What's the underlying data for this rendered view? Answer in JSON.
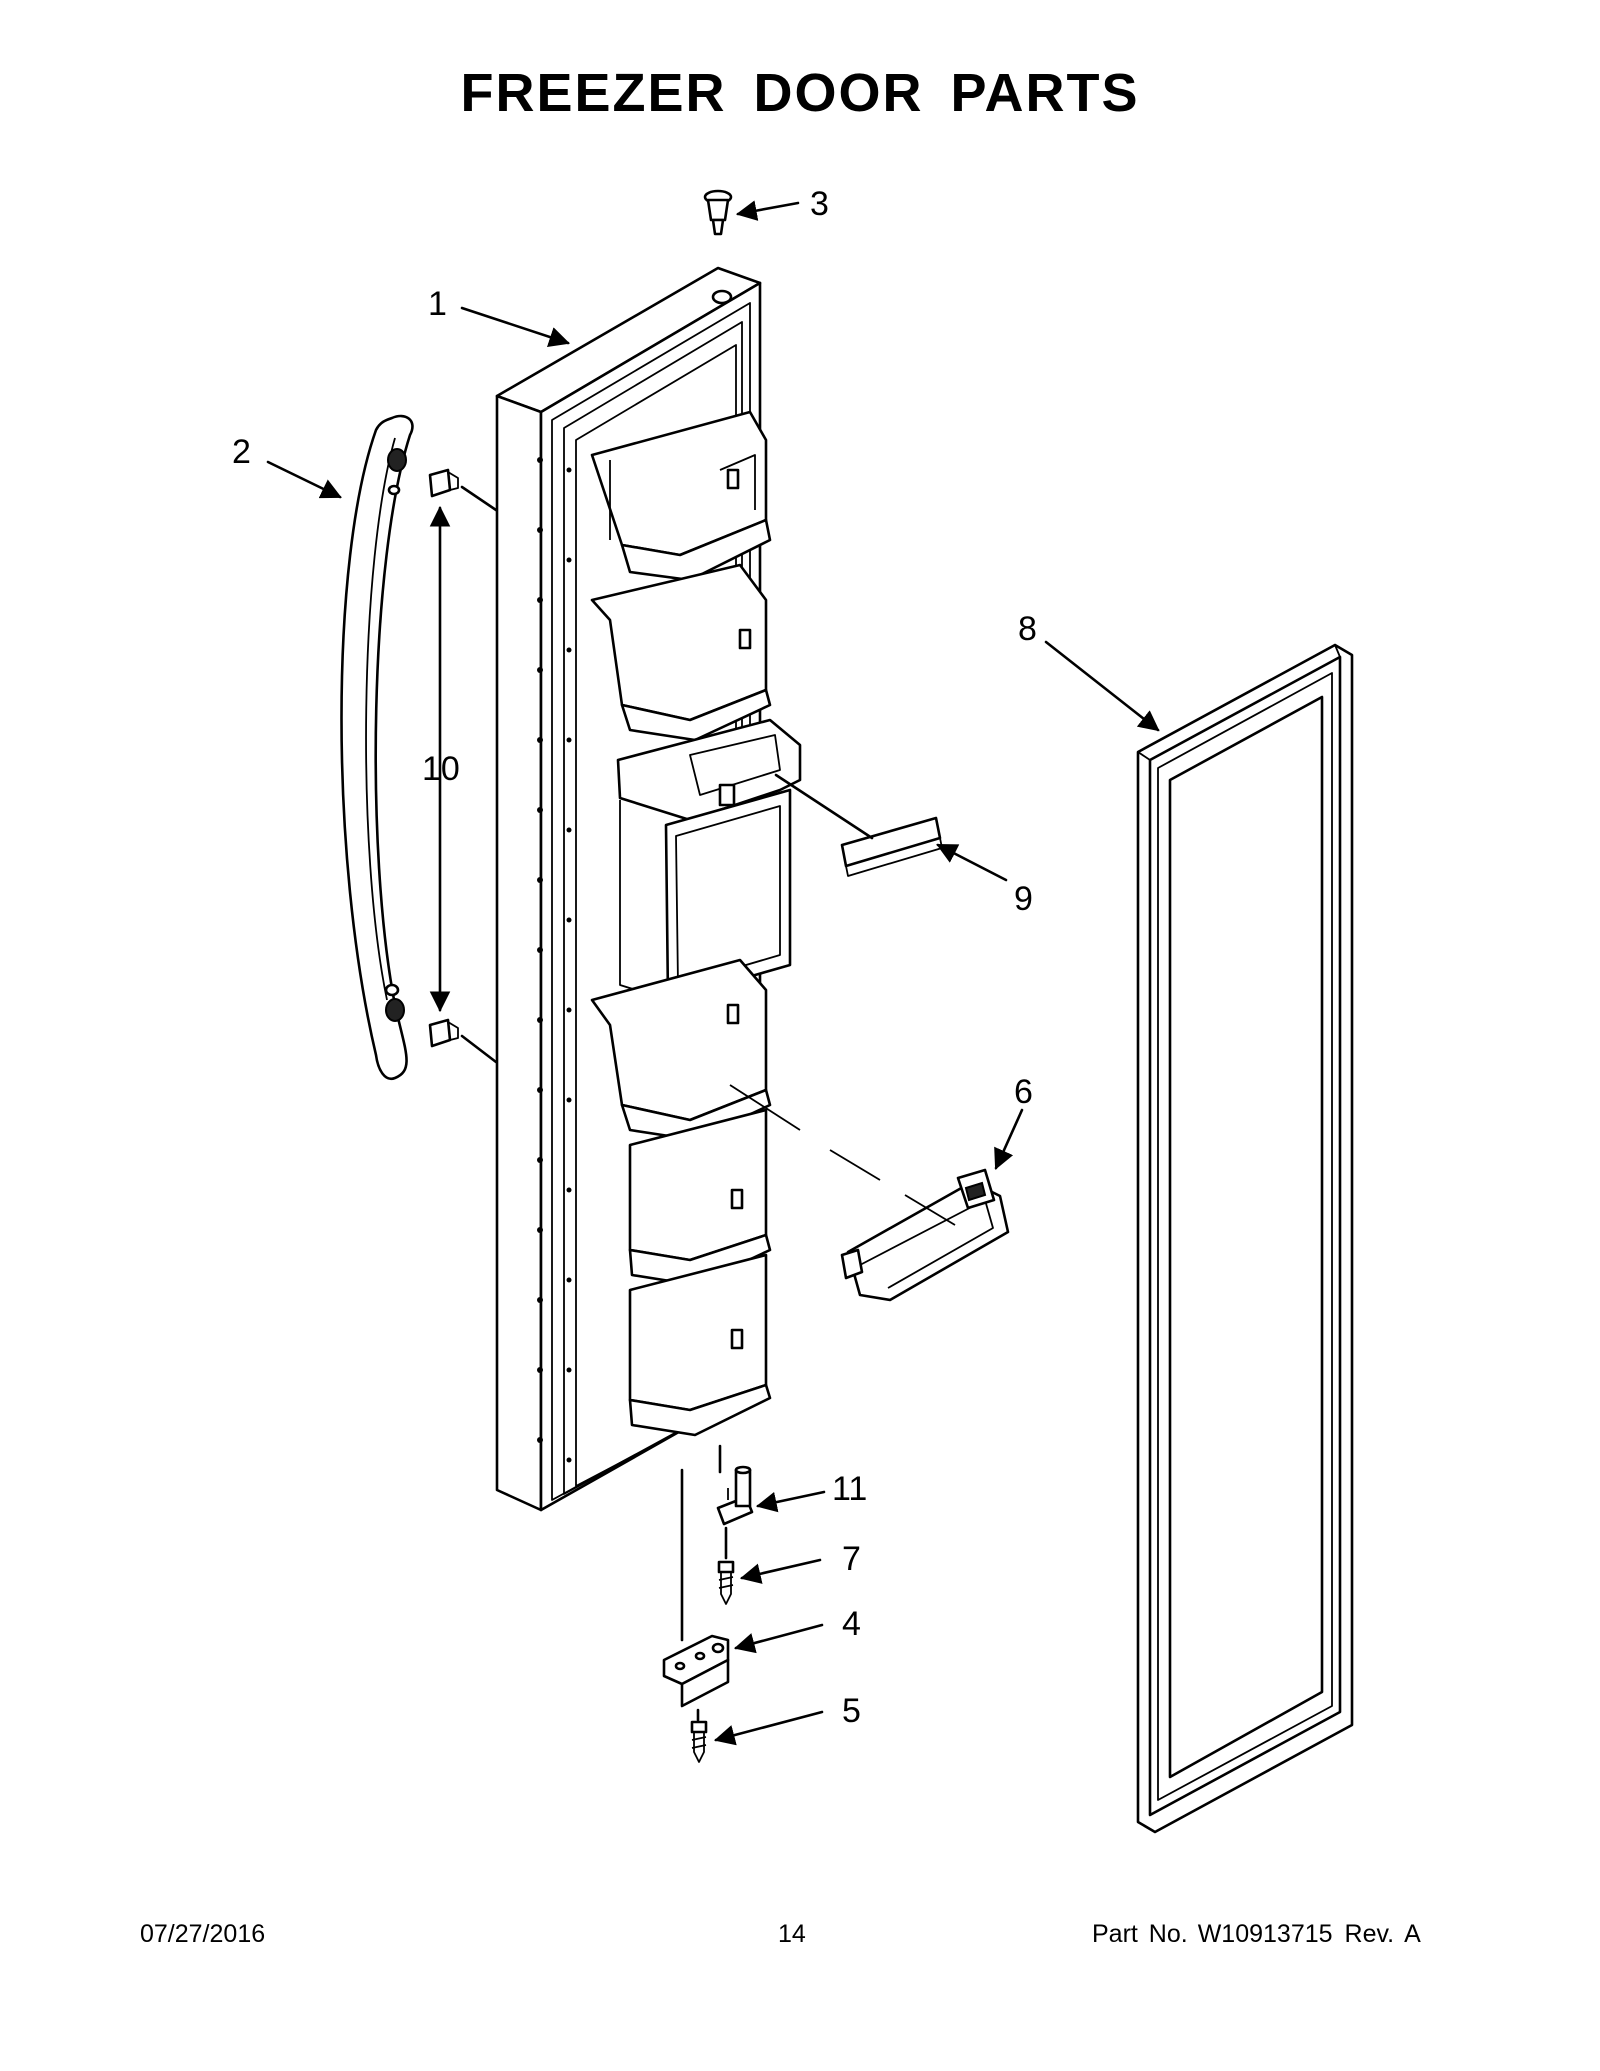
{
  "title": "FREEZER DOOR PARTS",
  "footer": {
    "date": "07/27/2016",
    "page": "14",
    "part_label": "Part No.",
    "part_number": "W10913715",
    "rev_label": "Rev.",
    "rev": "A"
  },
  "callouts": [
    "1",
    "2",
    "3",
    "4",
    "5",
    "6",
    "7",
    "8",
    "9",
    "10",
    "11"
  ]
}
